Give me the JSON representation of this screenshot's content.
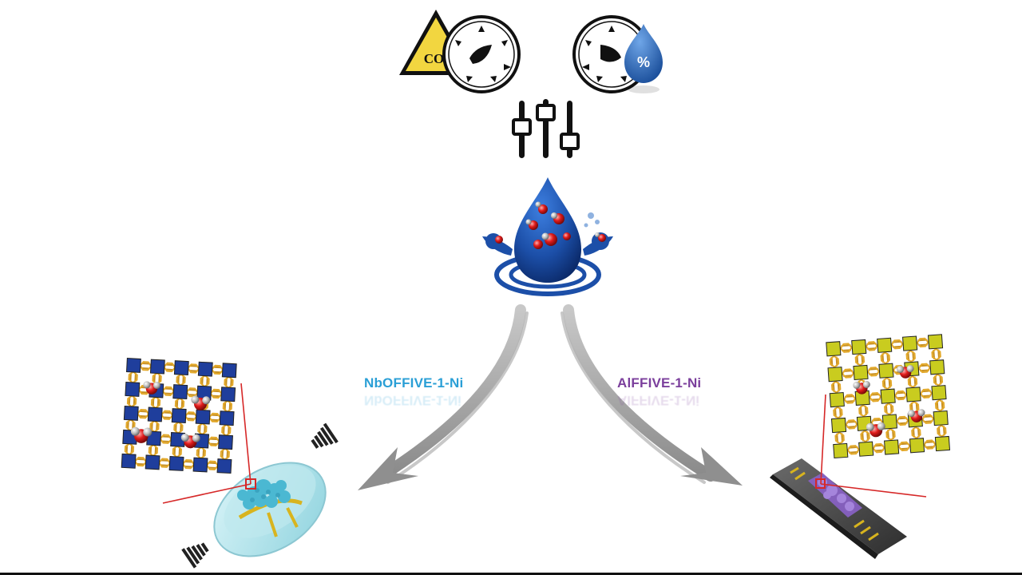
{
  "icons": {
    "co2_badge": "CO₂",
    "humidity_badge": "%"
  },
  "labels": {
    "left": "NbOFFIVE-1-Ni",
    "right": "AlFFIVE-1-Ni"
  },
  "colors": {
    "left_label": "#2a9fd6",
    "right_label": "#7b3f9c",
    "droplet": "#1c4fa8",
    "warning": "#f2d640",
    "arrow": "#9a9a9a",
    "pointer_line": "#d62828",
    "mof_left_node": "#1f3e9c",
    "mof_right_node": "#c9cc1f"
  }
}
